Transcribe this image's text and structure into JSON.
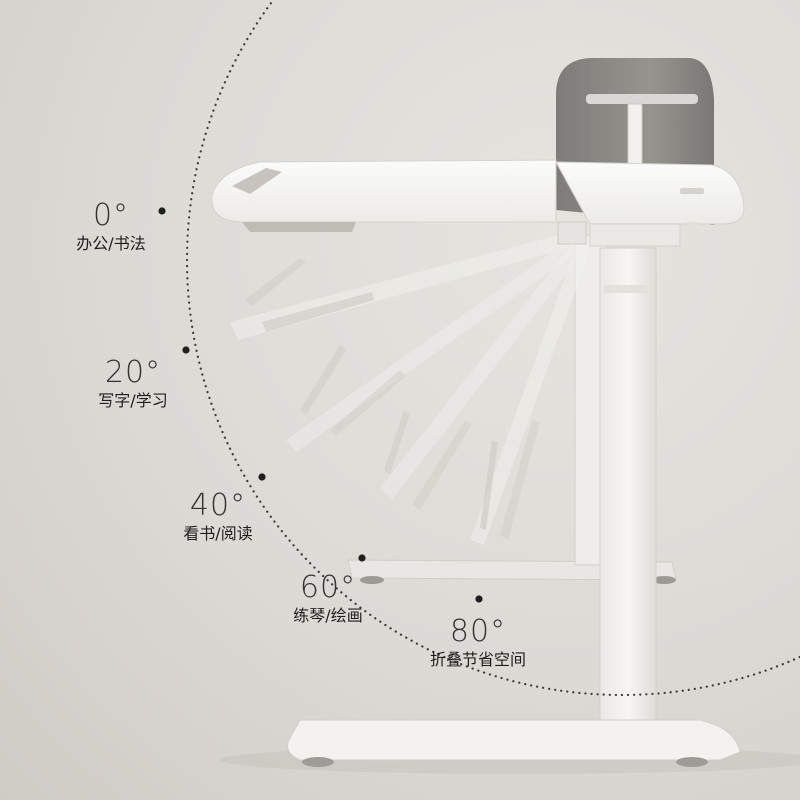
{
  "annotations": [
    {
      "angle": "0°",
      "caption": "办公/书法"
    },
    {
      "angle": "20°",
      "caption": "写字/学习"
    },
    {
      "angle": "40°",
      "caption": "看书/阅读"
    },
    {
      "angle": "60°",
      "caption": "练琴/绘画"
    },
    {
      "angle": "80°",
      "caption": "折叠节省空间"
    }
  ],
  "colors": {
    "background": "#dcdad5",
    "desk_white": "#f4f3f0",
    "frame_shadow": "#c9c6c0",
    "felt_panel": "#8c8a86",
    "dots": "#3a3a3a"
  }
}
